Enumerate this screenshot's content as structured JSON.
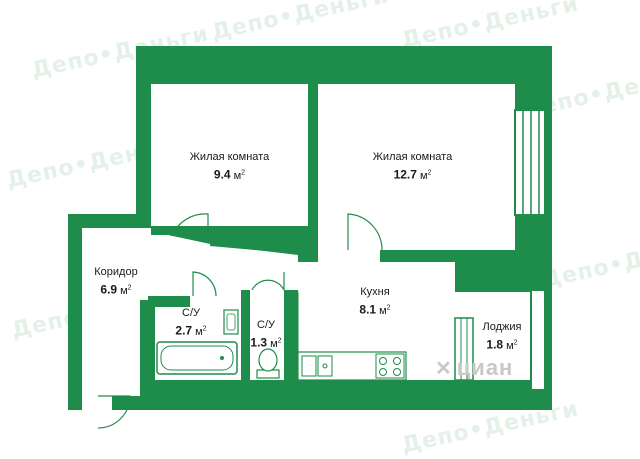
{
  "watermark": "Депо•Деньги",
  "brand_mark": "циан",
  "rooms": [
    {
      "name": "Жилая комната",
      "area": "9.4",
      "unit": "м",
      "unit_sup": "2"
    },
    {
      "name": "Жилая комната",
      "area": "12.7",
      "unit": "м",
      "unit_sup": "2"
    },
    {
      "name": "Коридор",
      "area": "6.9",
      "unit": "м",
      "unit_sup": "2"
    },
    {
      "name": "С/У",
      "area": "2.7",
      "unit": "м",
      "unit_sup": "2"
    },
    {
      "name": "С/У",
      "area": "1.3",
      "unit": "м",
      "unit_sup": "2"
    },
    {
      "name": "Кухня",
      "area": "8.1",
      "unit": "м",
      "unit_sup": "2"
    },
    {
      "name": "Лоджия",
      "area": "1.8",
      "unit": "м",
      "unit_sup": "2"
    }
  ],
  "colors": {
    "wall": "#1e8c4a",
    "floor": "#ffffff",
    "watermark": "#cfe6d6"
  }
}
